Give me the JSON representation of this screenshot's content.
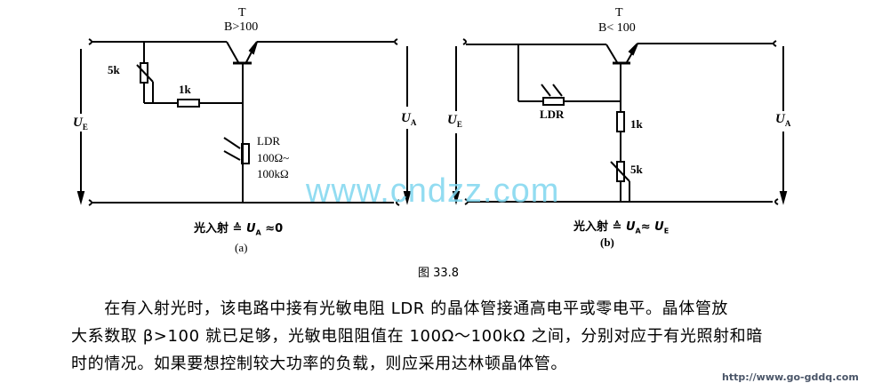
{
  "figure": {
    "title": "图 33.8",
    "colors": {
      "line": "#000000",
      "watermark": "#7fd6ef",
      "url": "#4a5568"
    }
  },
  "circuit_a": {
    "transistor_label": "T",
    "beta_label": "B>100",
    "pot_label": "5k",
    "resistor_label": "1k",
    "ldr_label": "LDR",
    "ldr_range_1": "100Ω~",
    "ldr_range_2": "100kΩ",
    "input_voltage": "U",
    "input_sub": "E",
    "output_voltage": "U",
    "output_sub": "A",
    "caption_prefix": "光入射 ≙ ",
    "caption_u": "U",
    "caption_sub": "A",
    "caption_suffix": " ≈0",
    "sub_label": "(a)"
  },
  "circuit_b": {
    "transistor_label": "T",
    "beta_label": "B< 100",
    "ldr_label": "LDR",
    "resistor_label": "1k",
    "pot_label": "5k",
    "input_voltage": "U",
    "input_sub": "E",
    "output_voltage": "U",
    "output_sub": "A",
    "caption_prefix": "光入射 ≙ ",
    "caption_u": "U",
    "caption_sub": "A",
    "caption_mid": "≈ ",
    "caption_u2": "U",
    "caption_sub2": "E",
    "sub_label": "(b)"
  },
  "paragraph": {
    "line1": "　　在有入射光时，该电路中接有光敏电阻 LDR 的晶体管接通高电平或零电平。晶体管放",
    "line2": "大系数取 β>100 就已足够，光敏电阻阻值在 100Ω～100kΩ 之间，分别对应于有光照射和暗",
    "line3": "时的情况。如果要想控制较大功率的负载，则应采用达林顿晶体管。"
  },
  "watermarks": {
    "cndzz": "www.cndzz.com",
    "url": "http://www.go-gddq.com"
  }
}
